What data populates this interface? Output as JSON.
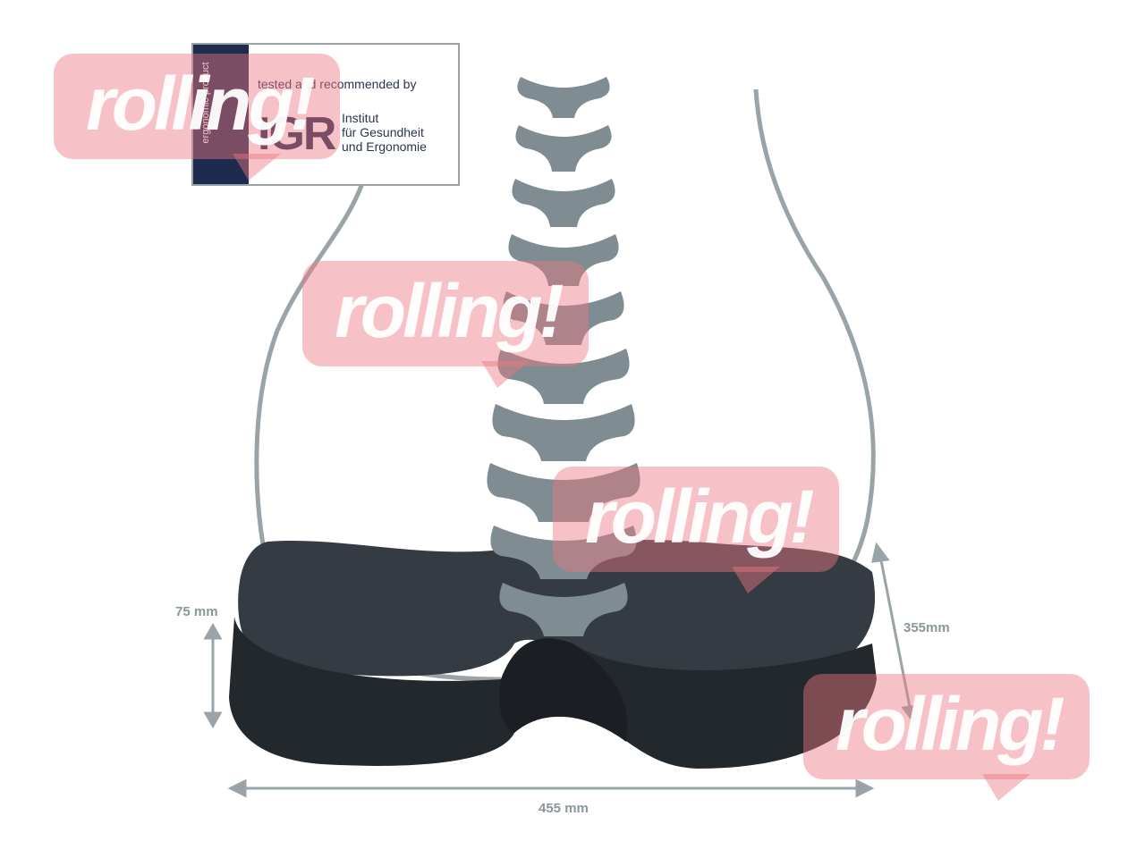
{
  "badge": {
    "side_text": "ergonomic product",
    "tested_by": "tested and recommended by",
    "logo": "IGR",
    "institute_lines": [
      "Institut",
      "für Gesundheit",
      "und Ergonomie"
    ]
  },
  "dimensions": {
    "height": "75 mm",
    "depth": "355mm",
    "width": "455 mm"
  },
  "watermark": {
    "text": "rolling!",
    "color": "#eb7882"
  },
  "colors": {
    "cushion": "#2b3036",
    "vertebra": "#7f8c91",
    "outline": "#8a9699",
    "badge_navy": "#1e2a4e"
  }
}
